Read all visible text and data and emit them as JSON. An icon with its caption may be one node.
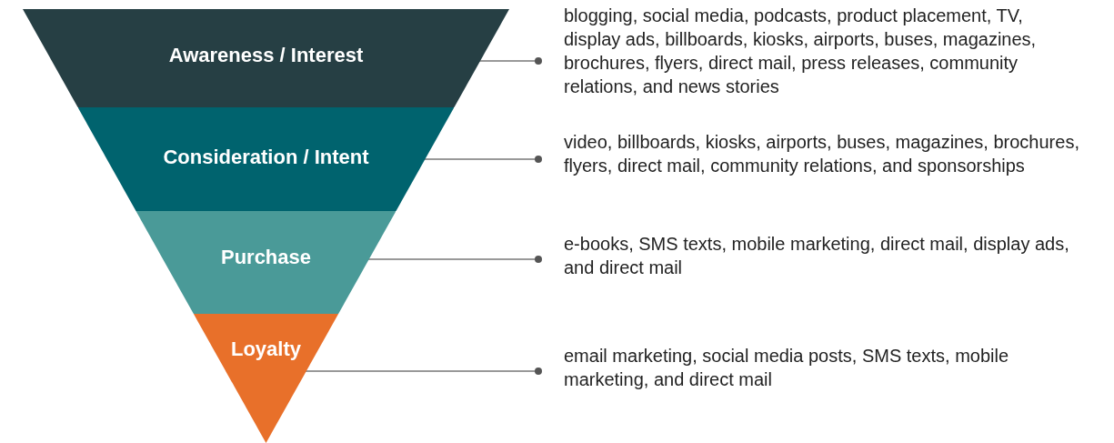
{
  "diagram": {
    "nodes": [
      {
        "text": [
          "Awareness / Interest"
        ]
      },
      {
        "text": [
          "Consideration / Intent"
        ]
      },
      {
        "text": [
          "Purchase"
        ]
      },
      {
        "text": [
          "Loyalty"
        ]
      },
      {
        "text": [
          "blogging, social media, podcasts, product placement, TV, display ads, billboards, kiosks, airports, buses, magazines, brochures, flyers, direct mail, press releases, community relations, and news stories"
        ]
      },
      {
        "text": [
          "video, billboards, kiosks, airports, buses, magazines, brochures, flyers, direct mail, community relations, and sponsorships"
        ]
      },
      {
        "text": [
          "e-books, SMS texts, mobile marketing, direct mail, display ads, and direct mail"
        ]
      },
      {
        "text": [
          "email marketing, social media posts, SMS texts, mobile marketing, and direct mail"
        ]
      }
    ],
    "edges": [
      {
        "from": 0,
        "to": 4,
        "arrow": "other"
      },
      {
        "from": 1,
        "to": 5,
        "arrow": "other"
      },
      {
        "from": 2,
        "to": 6,
        "arrow": "other"
      },
      {
        "from": 3,
        "to": 7,
        "arrow": "other"
      }
    ]
  }
}
